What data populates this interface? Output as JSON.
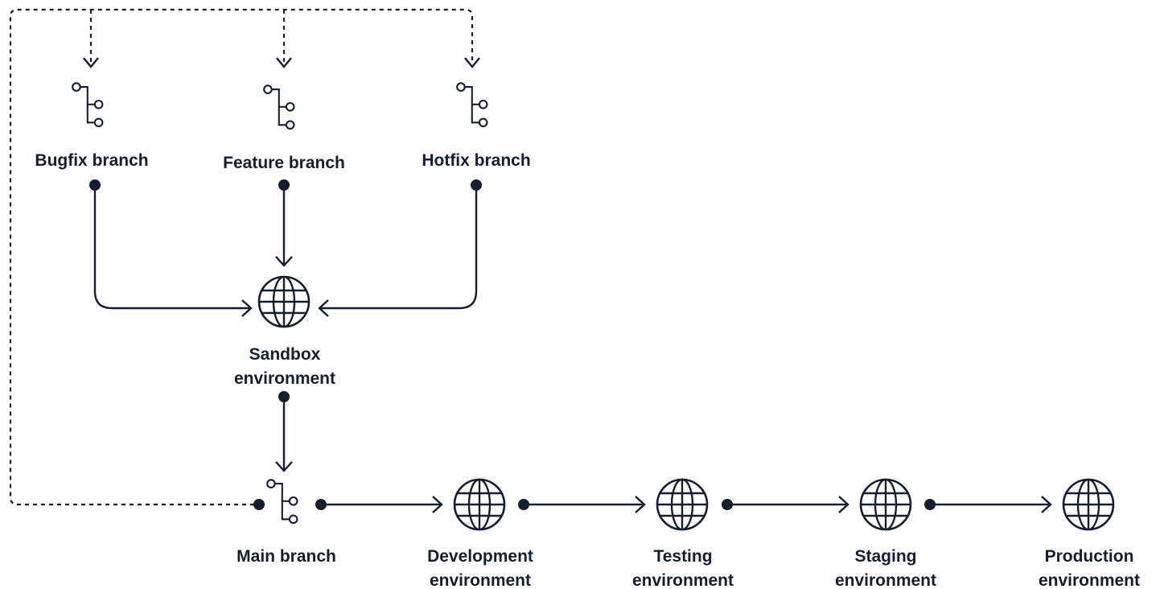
{
  "nodes": {
    "bugfix_branch": {
      "label": "Bugfix branch",
      "icon": "git-branch-icon"
    },
    "feature_branch": {
      "label": "Feature branch",
      "icon": "git-branch-icon"
    },
    "hotfix_branch": {
      "label": "Hotfix branch",
      "icon": "git-branch-icon"
    },
    "sandbox_env": {
      "label_line1": "Sandbox",
      "label_line2": "environment",
      "icon": "globe-icon"
    },
    "main_branch": {
      "label": "Main branch",
      "icon": "git-branch-icon"
    },
    "development_env": {
      "label_line1": "Development",
      "label_line2": "environment",
      "icon": "globe-icon"
    },
    "testing_env": {
      "label_line1": "Testing",
      "label_line2": "environment",
      "icon": "globe-icon"
    },
    "staging_env": {
      "label_line1": "Staging",
      "label_line2": "environment",
      "icon": "globe-icon"
    },
    "production_env": {
      "label_line1": "Production",
      "label_line2": "environment",
      "icon": "globe-icon"
    }
  },
  "connections": [
    {
      "from": "bugfix_branch",
      "to": "sandbox_env",
      "style": "solid"
    },
    {
      "from": "feature_branch",
      "to": "sandbox_env",
      "style": "solid"
    },
    {
      "from": "hotfix_branch",
      "to": "sandbox_env",
      "style": "solid"
    },
    {
      "from": "sandbox_env",
      "to": "main_branch",
      "style": "solid"
    },
    {
      "from": "main_branch",
      "to": "development_env",
      "style": "solid"
    },
    {
      "from": "development_env",
      "to": "testing_env",
      "style": "solid"
    },
    {
      "from": "testing_env",
      "to": "staging_env",
      "style": "solid"
    },
    {
      "from": "staging_env",
      "to": "production_env",
      "style": "solid"
    },
    {
      "from": "main_branch",
      "to": "bugfix_branch",
      "style": "dashed"
    },
    {
      "from": "main_branch",
      "to": "feature_branch",
      "style": "dashed"
    },
    {
      "from": "main_branch",
      "to": "hotfix_branch",
      "style": "dashed"
    }
  ],
  "colors": {
    "ink": "#161e2d",
    "background": "#ffffff"
  }
}
